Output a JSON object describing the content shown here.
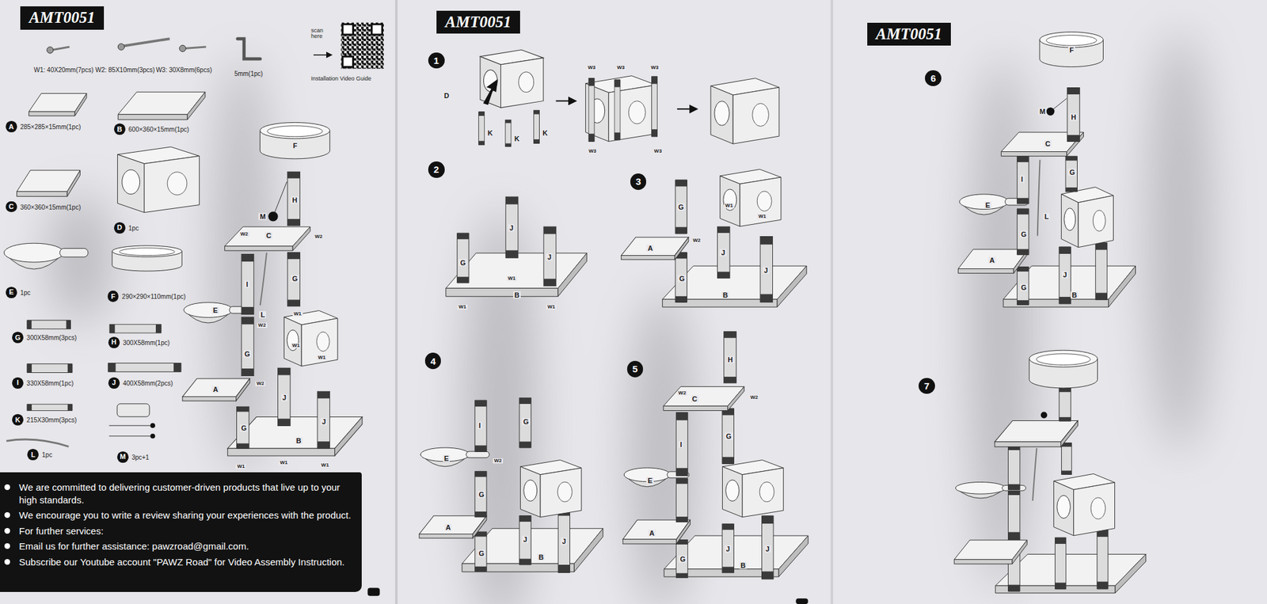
{
  "diagram": {
    "nodes": [
      {
        "text": [
          "AMT0051"
        ]
      },
      {
        "text": [
          "A"
        ]
      },
      {
        "text": [
          "B"
        ]
      },
      {
        "text": [
          "C"
        ]
      },
      {
        "text": [
          "D"
        ]
      },
      {
        "text": [
          "E"
        ]
      },
      {
        "text": [
          "F"
        ]
      },
      {
        "text": [
          "G"
        ]
      },
      {
        "text": [
          "H"
        ]
      },
      {
        "text": [
          "I"
        ]
      },
      {
        "text": [
          "J"
        ]
      },
      {
        "text": [
          "K"
        ]
      },
      {
        "text": [
          "L"
        ]
      },
      {
        "text": [
          "M"
        ]
      },
      {
        "text": [
          "We are committed to delivering customer-driven products that live up to your high standards.",
          "We encourage you to write a review sharing your experiences with the product.",
          "For further services:",
          "Email us for further assistance: pawzroad@gmail.com.",
          "Subscribe our Youtube account \"PAWZ Road\" for Video Assembly Instruction."
        ]
      },
      {
        "text": [
          "AMT0051"
        ]
      },
      {
        "text": [
          "1"
        ]
      },
      {
        "text": [
          "2"
        ]
      },
      {
        "text": [
          "3"
        ]
      },
      {
        "text": [
          "4"
        ]
      },
      {
        "text": [
          "5"
        ]
      },
      {
        "text": [
          "AMT0051"
        ]
      },
      {
        "text": [
          "6"
        ]
      },
      {
        "text": [
          "7"
        ]
      }
    ],
    "labels": [
      "W1: 40X20mm(7pcs)",
      "W2: 85X10mm(3pcs)",
      "W3: 30X8mm(6pcs)",
      "5mm(1pc)",
      "scan here",
      "Installation Video Guide",
      "285×285×15mm(1pc)",
      "600×360×15mm(1pc)",
      "360×360×15mm(1pc)",
      "1pc",
      "1pc",
      "290×290×110mm(1pc)",
      "300X58mm(3pcs)",
      "300X58mm(1pc)",
      "330X58mm(1pc)",
      "400X58mm(2pcs)",
      "215X30mm(3pcs)",
      "1pc",
      "3pc+1",
      "F",
      "H",
      "M",
      "W2",
      "C",
      "W2",
      "I",
      "G",
      "E",
      "L",
      "W2",
      "W1",
      "W1",
      "W1",
      "G",
      "A",
      "W2",
      "J",
      "J",
      "G",
      "B",
      "W1",
      "W1",
      "W1",
      "D",
      "K",
      "K",
      "K",
      "W3",
      "W3",
      "W3",
      "W3",
      "W3",
      "G",
      "J",
      "J",
      "W1",
      "B",
      "W1",
      "W1",
      "G",
      "W1",
      "W1",
      "A",
      "W2",
      "J",
      "G",
      "J",
      "B",
      "I",
      "G",
      "E",
      "W2",
      "G",
      "J",
      "A",
      "J",
      "G",
      "B",
      "H",
      "W2",
      "C",
      "W2",
      "I",
      "G",
      "E",
      "A",
      "J",
      "G",
      "J",
      "B",
      "F",
      "H",
      "M",
      "C",
      "I",
      "G",
      "E",
      "L",
      "G",
      "J",
      "A",
      "G",
      "B"
    ]
  }
}
